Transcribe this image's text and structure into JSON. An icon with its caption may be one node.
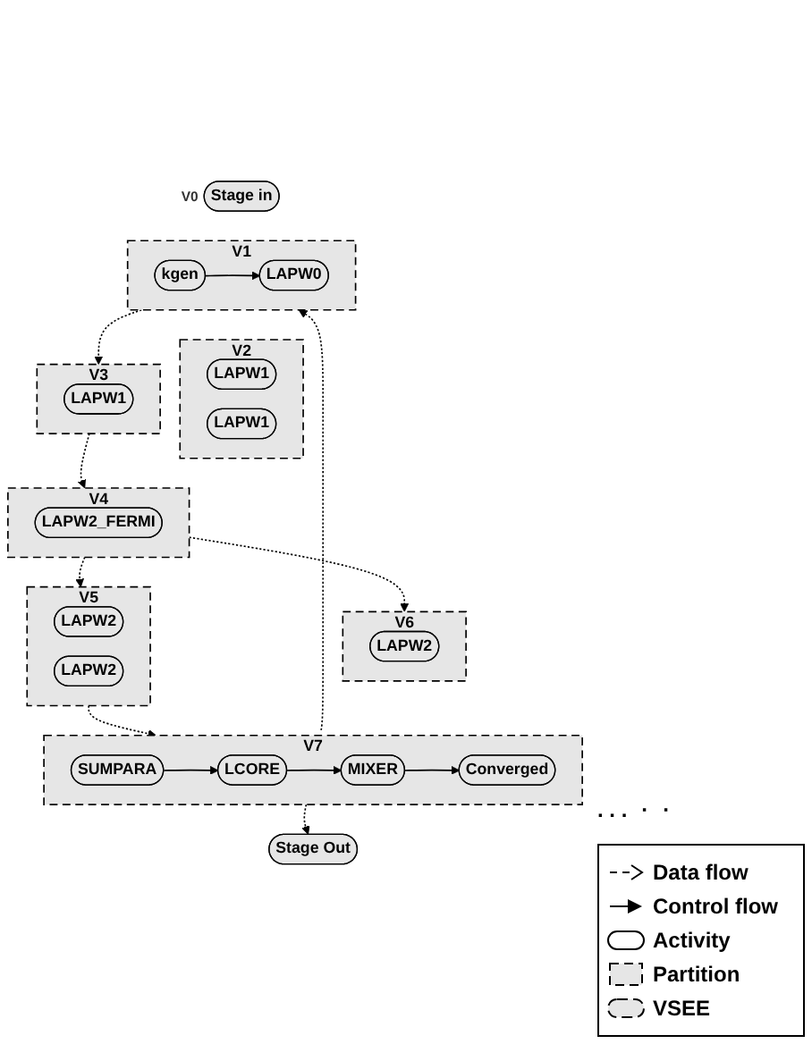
{
  "diagram": {
    "nodes": [
      {
        "text": [
          "Stage in"
        ],
        "beside": [
          "V0"
        ]
      },
      {
        "text": [
          "V1"
        ]
      },
      {
        "text": [
          "kgen"
        ],
        "in": 1
      },
      {
        "text": [
          "LAPW0"
        ],
        "in": 1
      },
      {
        "text": [
          "V2"
        ]
      },
      {
        "text": [
          "LAPW1"
        ],
        "in": 4
      },
      {
        "text": [
          "LAPW1"
        ],
        "in": 4
      },
      {
        "text": [
          "V3"
        ]
      },
      {
        "text": [
          "LAPW1"
        ],
        "in": 7
      },
      {
        "text": [
          "V4"
        ]
      },
      {
        "text": [
          "LAPW2_FERMI"
        ],
        "in": 9
      },
      {
        "text": [
          "V5"
        ]
      },
      {
        "text": [
          "LAPW2"
        ],
        "in": 11
      },
      {
        "text": [
          "LAPW2"
        ],
        "in": 11
      },
      {
        "text": [
          "V6"
        ]
      },
      {
        "text": [
          "LAPW2"
        ],
        "in": 14
      },
      {
        "text": [
          "V7"
        ]
      },
      {
        "text": [
          "SUMPARA"
        ],
        "in": 16
      },
      {
        "text": [
          "LCORE"
        ],
        "in": 16
      },
      {
        "text": [
          "MIXER"
        ],
        "in": 16
      },
      {
        "text": [
          "Converged"
        ],
        "in": 16
      },
      {
        "text": [
          "Stage Out"
        ]
      }
    ],
    "edges": [
      {
        "from": 2,
        "to": 3,
        "arrow": "to"
      },
      {
        "from": 1,
        "to": 7,
        "arrow": "to",
        "style": "dashed"
      },
      {
        "from": 7,
        "to": 9,
        "arrow": "to",
        "style": "dashed"
      },
      {
        "from": 9,
        "to": 11,
        "arrow": "to",
        "style": "dashed"
      },
      {
        "from": 9,
        "to": 14,
        "arrow": "to",
        "style": "dashed"
      },
      {
        "from": 11,
        "to": 16,
        "arrow": "to",
        "style": "dashed"
      },
      {
        "from": 16,
        "to": 1,
        "arrow": "to",
        "style": "dashed"
      },
      {
        "from": 17,
        "to": 18,
        "arrow": "to"
      },
      {
        "from": 18,
        "to": 19,
        "arrow": "to"
      },
      {
        "from": 19,
        "to": 20,
        "arrow": "to"
      },
      {
        "from": 16,
        "to": 21,
        "arrow": "to",
        "style": "dashed"
      }
    ],
    "labels": [
      ". . .",
      "·",
      "·"
    ],
    "legend": [
      {
        "text": "Data flow"
      },
      {
        "text": "Control flow"
      },
      {
        "text": "Activity"
      },
      {
        "text": "Partition"
      },
      {
        "text": "VSEE"
      }
    ]
  }
}
